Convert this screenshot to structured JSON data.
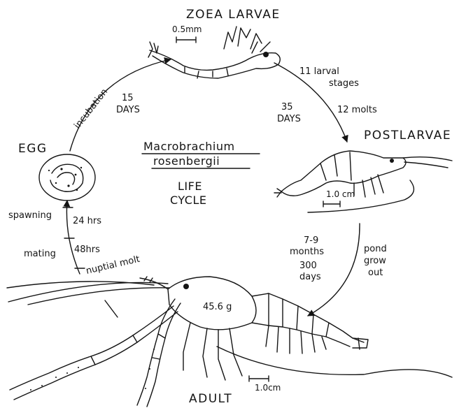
{
  "stages": {
    "zoea": "ZOEA LARVAE",
    "postlarvae": "POSTLARVAE",
    "egg": "EGG",
    "adult": "ADULT"
  },
  "species": {
    "line1": "Macrobrachium",
    "line2": "rosenbergii"
  },
  "center": {
    "line1": "LIFE",
    "line2": "CYCLE"
  },
  "scales": {
    "zoea": "0.5mm",
    "postlarvae": "1.0 cm",
    "adult": "1.0cm"
  },
  "transitions": {
    "egg_to_zoea": {
      "label": "incubation",
      "days": "15",
      "unit": "DAYS"
    },
    "zoea_to_post": {
      "stages": "11 larval",
      "stages2": "stages",
      "days": "35",
      "unit": "DAYS",
      "molts": "12 molts"
    },
    "post_to_adult": {
      "months": "7-9",
      "months_unit": "months",
      "days": "300",
      "days_unit": "days",
      "grow1": "pond",
      "grow2": "grow",
      "grow3": "out"
    },
    "adult_to_egg": {
      "spawning": "spawning",
      "spawn_time": "24 hrs",
      "mating": "mating",
      "mate_time": "48hrs",
      "molt": "nuptial molt"
    }
  },
  "adult_weight": "45.6 g",
  "colors": {
    "ink": "#141414",
    "background": "#ffffff"
  }
}
